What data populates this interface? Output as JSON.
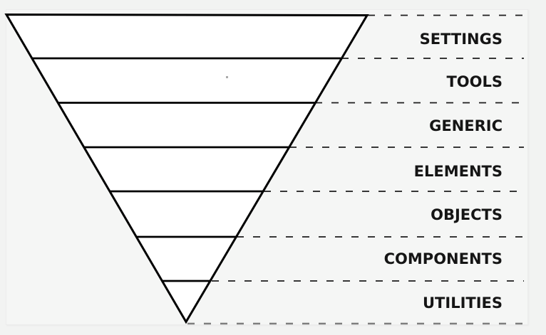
{
  "page": {
    "background": "#f2f3f2",
    "panel_background": "#f5f6f5",
    "panel_border_color": "#ececec"
  },
  "diagram": {
    "kind": "inverted-triangle",
    "triangle_fill": "#ffffff",
    "triangle_stroke": "#000000",
    "divider_color": "#000000",
    "dashed_guide_color": "#1c1c1c",
    "bottom_dashed_guide_color": "#7e7e7e",
    "label_color": "#151515",
    "layers": [
      {
        "label": "SETTINGS"
      },
      {
        "label": "TOOLS"
      },
      {
        "label": "GENERIC"
      },
      {
        "label": "ELEMENTS"
      },
      {
        "label": "OBJECTS"
      },
      {
        "label": "COMPONENTS"
      },
      {
        "label": "UTILITIES"
      }
    ]
  }
}
